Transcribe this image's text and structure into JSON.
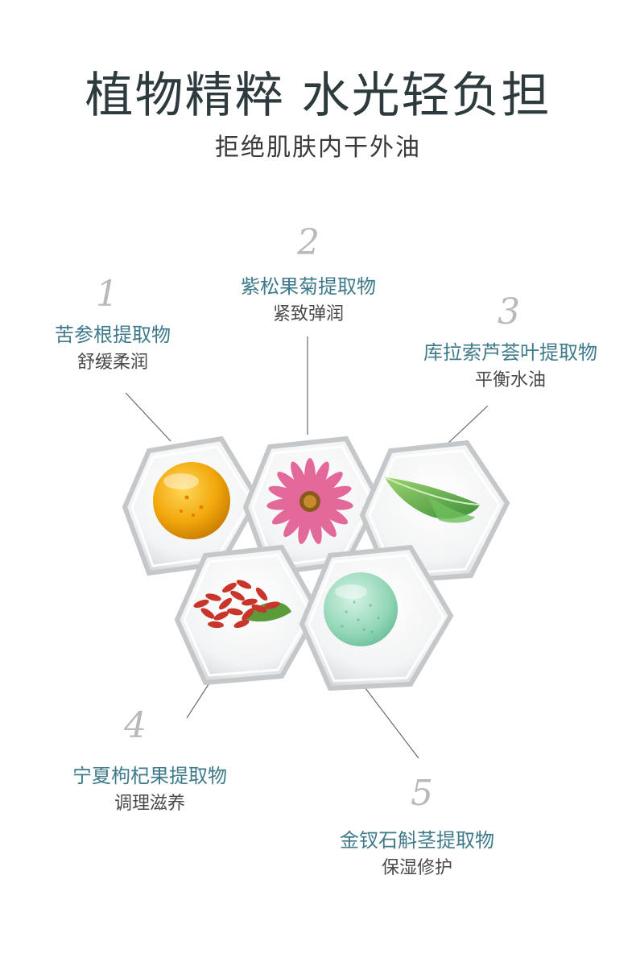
{
  "header": {
    "title": "植物精粹 水光轻负担",
    "subtitle": "拒绝肌肤内干外油"
  },
  "ingredients": [
    {
      "number": "1",
      "name": "苦参根提取物",
      "benefit": "舒缓柔润"
    },
    {
      "number": "2",
      "name": "紫松果菊提取物",
      "benefit": "紧致弹润"
    },
    {
      "number": "3",
      "name": "库拉索芦荟叶提取物",
      "benefit": "平衡水油"
    },
    {
      "number": "4",
      "name": "宁夏枸杞果提取物",
      "benefit": "调理滋养"
    },
    {
      "number": "5",
      "name": "金钗石斛茎提取物",
      "benefit": "保湿修护"
    }
  ],
  "colors": {
    "title": "#2e3b3e",
    "ingredient_name": "#3f7a8a",
    "number": "#b9b9b9"
  }
}
